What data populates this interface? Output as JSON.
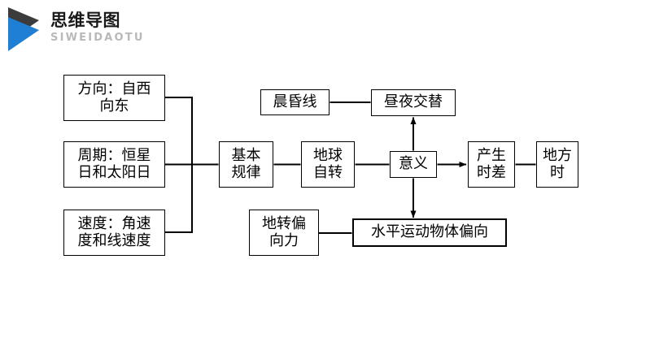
{
  "header": {
    "logo_icon": "play-triangle-logo-icon",
    "title_zh": "思维导图",
    "title_pinyin": "SIWEIDAOTU",
    "colors": {
      "logo_blue": "#1f7fd4",
      "logo_dark": "#3c3c3c",
      "title": "#1a1a1a",
      "pinyin": "#b9b9b9"
    }
  },
  "diagram": {
    "type": "mind-map",
    "nodes": [
      {
        "id": "direction",
        "label": "方向：自西\n向东"
      },
      {
        "id": "period",
        "label": "周期：恒星\n日和太阳日"
      },
      {
        "id": "speed",
        "label": "速度：角速\n度和线速度"
      },
      {
        "id": "basic-law",
        "label": "基本\n规律"
      },
      {
        "id": "rotation",
        "label": "地球\n自转"
      },
      {
        "id": "twilight",
        "label": "晨昏线"
      },
      {
        "id": "day-night",
        "label": "昼夜交替"
      },
      {
        "id": "significance",
        "label": "意义"
      },
      {
        "id": "time-diff",
        "label": "产生\n时差"
      },
      {
        "id": "local-time",
        "label": "地方\n时"
      },
      {
        "id": "coriolis",
        "label": "地转偏\n向力"
      },
      {
        "id": "deflection",
        "label": "水平运动物体偏向"
      }
    ],
    "edges": [
      {
        "from": "direction",
        "to": "basic-law",
        "arrow": "none"
      },
      {
        "from": "period",
        "to": "basic-law",
        "arrow": "none"
      },
      {
        "from": "speed",
        "to": "basic-law",
        "arrow": "none"
      },
      {
        "from": "basic-law",
        "to": "rotation",
        "arrow": "none"
      },
      {
        "from": "rotation",
        "to": "significance",
        "arrow": "none"
      },
      {
        "from": "twilight",
        "to": "day-night",
        "arrow": "none"
      },
      {
        "from": "significance",
        "to": "day-night",
        "arrow": "up"
      },
      {
        "from": "significance",
        "to": "time-diff",
        "arrow": "right"
      },
      {
        "from": "significance",
        "to": "deflection",
        "arrow": "down"
      },
      {
        "from": "time-diff",
        "to": "local-time",
        "arrow": "none"
      },
      {
        "from": "coriolis",
        "to": "deflection",
        "arrow": "none"
      }
    ],
    "line_color": "#000000"
  }
}
